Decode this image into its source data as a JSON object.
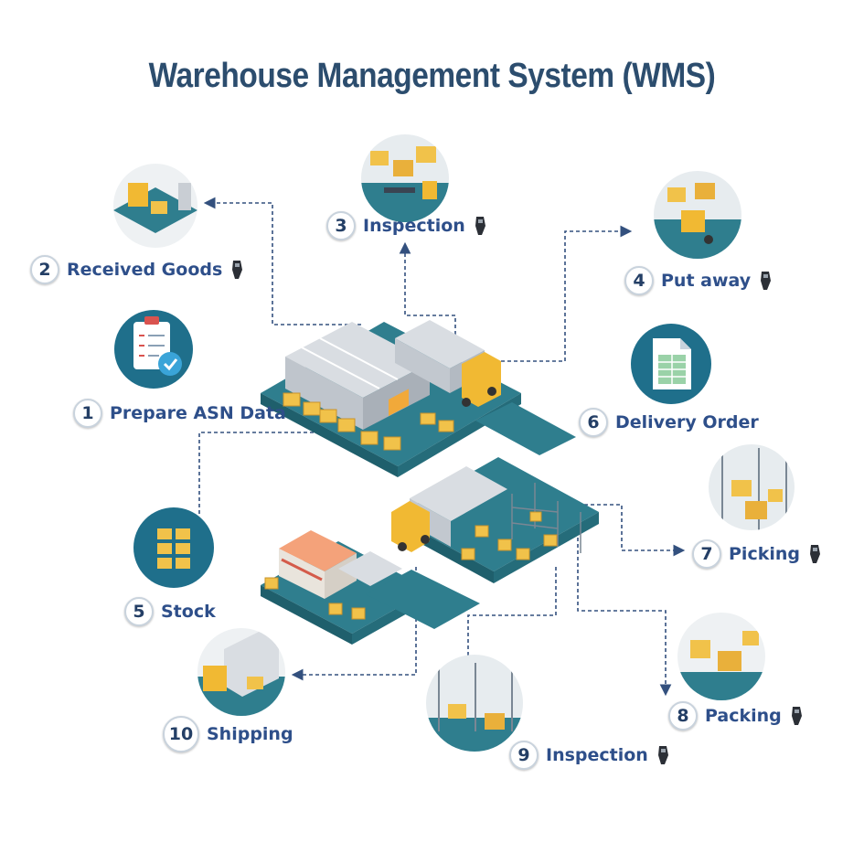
{
  "title": "Warehouse Management System (WMS)",
  "steps": [
    {
      "number": "1",
      "label": "Prepare ASN Data",
      "scanner": false
    },
    {
      "number": "2",
      "label": "Received Goods",
      "scanner": true
    },
    {
      "number": "3",
      "label": "Inspection",
      "scanner": true
    },
    {
      "number": "4",
      "label": "Put away",
      "scanner": true
    },
    {
      "number": "5",
      "label": "Stock",
      "scanner": false
    },
    {
      "number": "6",
      "label": "Delivery Order",
      "scanner": false
    },
    {
      "number": "7",
      "label": "Picking",
      "scanner": true
    },
    {
      "number": "8",
      "label": "Packing",
      "scanner": true
    },
    {
      "number": "9",
      "label": "Inspection",
      "scanner": true
    },
    {
      "number": "10",
      "label": "Shipping",
      "scanner": false
    }
  ],
  "colors": {
    "title": "#2c4d6e",
    "label": "#2e4f8a",
    "connector": "#33507e",
    "platform": "#2f7e8e",
    "box": "#f1c24a",
    "icon_circle": "#1f6f8b"
  },
  "icons": {
    "step1": "clipboard-check-icon",
    "step5": "stock-boxes-icon",
    "step6": "spreadsheet-document-icon",
    "scanner": "barcode-scanner-icon"
  }
}
